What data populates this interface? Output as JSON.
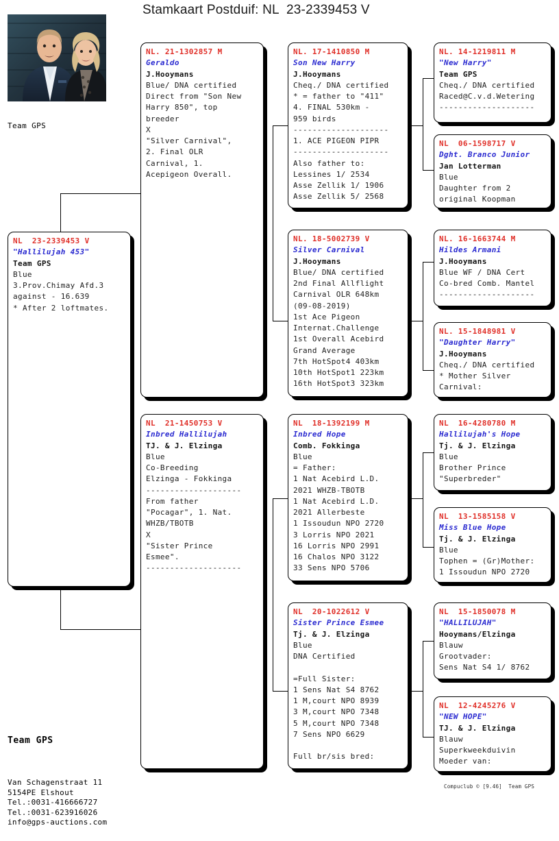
{
  "title": "Stamkaart Postduif: NL  23-2339453 V",
  "photo": {
    "alt": "team-gps-owners-photo",
    "caption": "Team GPS"
  },
  "footer": {
    "name": "Team GPS",
    "lines": [
      "Van Schagenstraat 11",
      "5154PE  Elshout",
      "Tel.:0031-416666727",
      "Tel.:0031-623916026",
      "info@gps-auctions.com"
    ]
  },
  "credit": "Compuclub © [9.46]  Team GPS",
  "colors": {
    "ring": "#e03029",
    "name": "#2a2ad0",
    "text": "#1c1c1c",
    "border": "#000000"
  },
  "boxes": {
    "subject": {
      "ring": "NL  23-2339453 V",
      "name": "\"Hallilujah 453\"",
      "owner": "Team GPS",
      "lines": [
        "Blue",
        "3.Prov.Chimay Afd.3",
        "against -     16.639",
        "* After 2 loftmates."
      ]
    },
    "sire": {
      "ring": "NL. 21-1302857 M",
      "name": "Geraldo",
      "owner": "J.Hooymans",
      "lines": [
        "Blue/ DNA certified",
        "Direct from \"Son New",
        "Harry 850\", top",
        "breeder",
        "X",
        "\"Silver Carnival\",",
        "2. Final OLR",
        "Carnival, 1.",
        "Acepigeon Overall."
      ]
    },
    "dam": {
      "ring": "NL  21-1450753 V",
      "name": "Inbred Hallilujah",
      "owner": "TJ. & J. Elzinga",
      "lines": [
        "Blue",
        "Co-Breeding",
        "Elzinga - Fokkinga",
        "--------------------",
        "From father",
        "\"Pocagar\", 1. Nat.",
        "WHZB/TBOTB",
        "X",
        "\"Sister Prince",
        "Esmee\".",
        "--------------------"
      ]
    },
    "sire_sire": {
      "ring": "NL. 17-1410850 M",
      "name": "Son New Harry",
      "owner": "J.Hooymans",
      "lines": [
        "Cheq./ DNA certified",
        "* = father to \"411\"",
        "4.  FINAL 530km -",
        "    959 birds",
        "--------------------",
        "1.  ACE PIGEON PIPR",
        "--------------------",
        "Also father to:",
        "Lessines      1/ 2534",
        "Asse Zellik  1/ 1906",
        "Asse Zellik  5/ 2568"
      ]
    },
    "sire_dam": {
      "ring": "NL. 18-5002739 V",
      "name": "Silver Carnival",
      "owner": "J.Hooymans",
      "lines": [
        "Blue/ DNA certified",
        "2nd Final Allflight",
        "Carnival OLR 648km",
        "(09-08-2019)",
        "1st Ace Pigeon",
        "Internat.Challenge",
        "1st Overall Acebird",
        "Grand Average",
        "7th  HotSpot4  403km",
        "10th HotSpot1  223km",
        "16th HotSpot3  323km"
      ]
    },
    "dam_sire": {
      "ring": "NL  18-1392199 M",
      "name": "Inbred Hope",
      "owner": "Comb. Fokkinga",
      "lines": [
        "Blue",
        "= Father:",
        "1 Nat Acebird L.D.",
        "2021 WHZB-TBOTB",
        "1 Nat Acebird L.D.",
        "2021 Allerbeste",
        "1 Issoudun NPO  2720",
        "3 Lorris NPO    2021",
        "16 Lorris NPO   2991",
        "16 Chalos NPO   3122",
        "33 Sens NPO     5706"
      ]
    },
    "dam_dam": {
      "ring": "NL  20-1022612 V",
      "name": "Sister Prince Esmee",
      "owner": "Tj. & J. Elzinga",
      "lines": [
        "Blue",
        "DNA Certified",
        "",
        "=Full Sister:",
        "1 Sens Nat S4   8762",
        "1 M,court NPO   8939",
        "3 M,court NPO   7348",
        "5 M,court NPO   7348",
        "7 Sens NPO      6629",
        "",
        "Full br/sis bred:"
      ]
    },
    "ss_sire": {
      "ring": "NL. 14-1219811 M",
      "name": "\"New Harry\"",
      "owner": "Team GPS",
      "lines": [
        "Cheq./ DNA certified",
        "Raced@C.v.d.Wetering",
        "--------------------"
      ]
    },
    "ss_dam": {
      "ring": "NL  06-1598717 V",
      "name": "Dght. Branco Junior",
      "owner": "Jan Lotterman",
      "lines": [
        "Blue",
        "Daughter from 2",
        "original Koopman"
      ]
    },
    "sd_sire": {
      "ring": "NL. 16-1663744 M",
      "name": "Hildes Armani",
      "owner": "J.Hooymans",
      "lines": [
        "Blue WF / DNA Cert",
        "Co-bred Comb. Mantel",
        "--------------------"
      ]
    },
    "sd_dam": {
      "ring": "NL. 15-1848981 V",
      "name": "\"Daughter Harry\"",
      "owner": "J.Hooymans",
      "lines": [
        "Cheq./ DNA certified",
        "* Mother Silver",
        "Carnival:"
      ]
    },
    "ds_sire": {
      "ring": "NL  16-4280780 M",
      "name": "Hallilujah's Hope",
      "owner": "Tj. & J. Elzinga",
      "lines": [
        "Blue",
        "Brother Prince",
        "\"Superbreder\""
      ]
    },
    "ds_dam": {
      "ring": "NL  13-1585158 V",
      "name": "Miss Blue Hope",
      "owner": "Tj. & J. Elzinga",
      "lines": [
        "Blue",
        "Tophen = (Gr)Mother:",
        "1 Issoudun NPO  2720"
      ]
    },
    "dd_sire": {
      "ring": "NL  15-1850078 M",
      "name": "\"HALLILUJAH\"",
      "owner": "Hooymans/Elzinga",
      "lines": [
        "Blauw",
        "Grootvader:",
        "Sens Nat S4  1/ 8762"
      ]
    },
    "dd_dam": {
      "ring": "NL  12-4245276 V",
      "name": "\"NEW HOPE\"",
      "owner": "TJ. & J. Elzinga",
      "lines": [
        "Blauw",
        "Superkweekduivin",
        "Moeder van:"
      ]
    }
  }
}
